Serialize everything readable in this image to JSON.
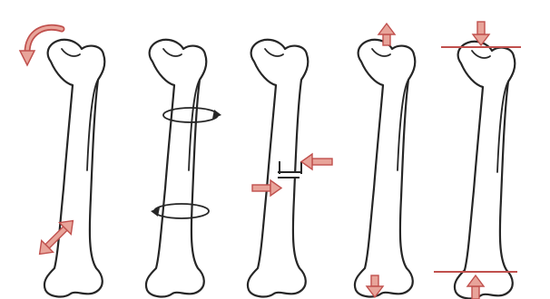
{
  "figure": {
    "panels": [
      {
        "id": "rotation-of-head",
        "arrow_color": "#c0504d"
      },
      {
        "id": "axial-rotation",
        "arrow_color": "#c0504d"
      },
      {
        "id": "transverse-shear",
        "arrow_color": "#c0504d"
      },
      {
        "id": "tension",
        "arrow_color": "#c0504d"
      },
      {
        "id": "compression",
        "arrow_color": "#c0504d"
      }
    ],
    "colors": {
      "bone_fill": "#ffffff",
      "bone_outline": "#262626",
      "arrow_fill": "#e8a49a",
      "arrow_stroke": "#c0504d",
      "background": "#ffffff"
    }
  }
}
